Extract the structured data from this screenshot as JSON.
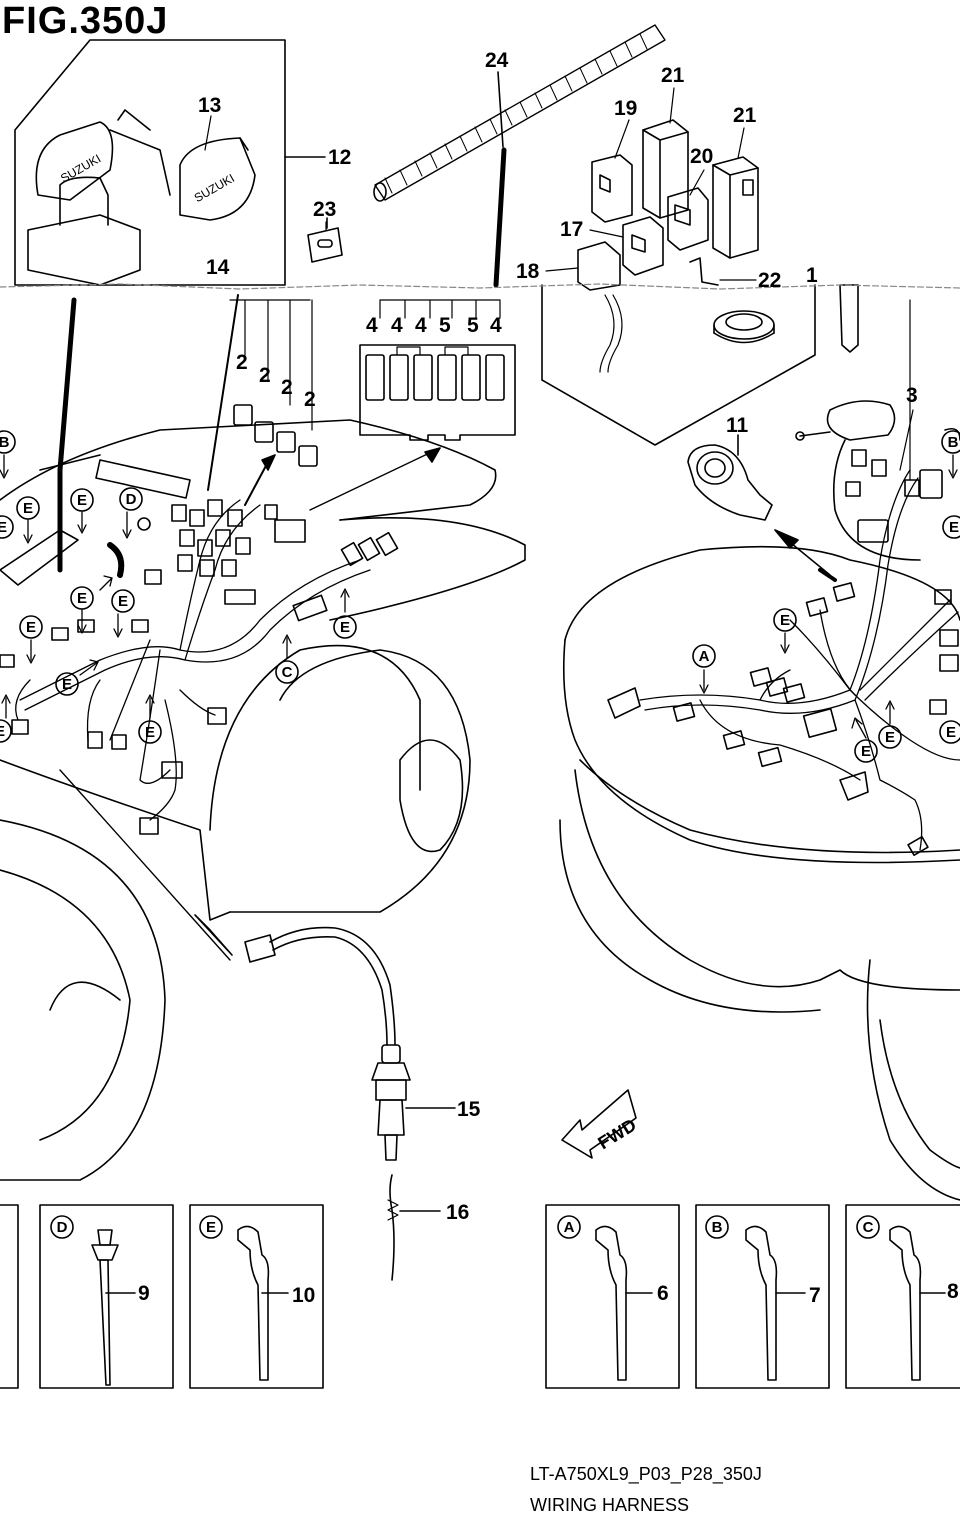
{
  "figure": {
    "title": "FIG.350J",
    "code": "LT-A750XL9_P03_P28_350J",
    "name": "WIRING HARNESS",
    "direction_label": "FWD"
  },
  "callouts": {
    "c24": "24",
    "c21a": "21",
    "c21b": "21",
    "c19": "19",
    "c20": "20",
    "c13": "13",
    "c12": "12",
    "c23": "23",
    "c17": "17",
    "c18": "18",
    "c22": "22",
    "c1": "1",
    "c14": "14",
    "c4a": "4",
    "c4b": "4",
    "c4c": "4",
    "c5a": "5",
    "c5b": "5",
    "c4d": "4",
    "c2a": "2",
    "c2b": "2",
    "c2c": "2",
    "c2d": "2",
    "c3": "3",
    "c11": "11",
    "c15": "15",
    "c16": "16",
    "c9": "9",
    "c10": "10",
    "c6": "6",
    "c7": "7",
    "c8": "8"
  },
  "letters": {
    "B1": "B",
    "E1": "E",
    "E2": "E",
    "D1": "D",
    "E3": "E",
    "E4": "E",
    "E5": "E",
    "E6": "E",
    "E7": "E",
    "E8": "E",
    "C1": "C",
    "E9": "E",
    "B2": "B",
    "E10": "E",
    "A1": "A",
    "E11": "E",
    "E12": "E",
    "E13": "E",
    "D2": "D",
    "E14": "E",
    "A2": "A",
    "B3": "B",
    "C2": "C"
  }
}
